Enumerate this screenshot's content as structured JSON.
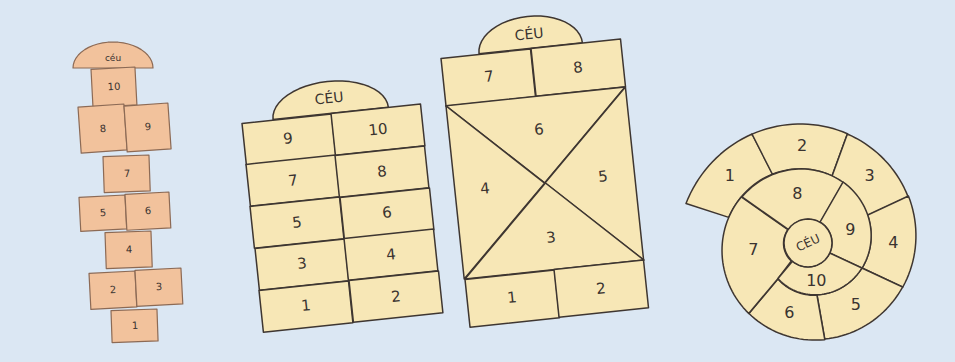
{
  "diagram": {
    "nodes": [
      {
        "text": [
          "céu"
        ]
      },
      {
        "text": [
          "10"
        ]
      },
      {
        "text": [
          "8"
        ]
      },
      {
        "text": [
          "9"
        ]
      },
      {
        "text": [
          "7"
        ]
      },
      {
        "text": [
          "5"
        ]
      },
      {
        "text": [
          "6"
        ]
      },
      {
        "text": [
          "4"
        ]
      },
      {
        "text": [
          "2"
        ]
      },
      {
        "text": [
          "3"
        ]
      },
      {
        "text": [
          "1"
        ]
      },
      {
        "text": [
          "CÉU"
        ]
      },
      {
        "text": [
          "9"
        ]
      },
      {
        "text": [
          "10"
        ]
      },
      {
        "text": [
          "7"
        ]
      },
      {
        "text": [
          "8"
        ]
      },
      {
        "text": [
          "5"
        ]
      },
      {
        "text": [
          "6"
        ]
      },
      {
        "text": [
          "3"
        ]
      },
      {
        "text": [
          "4"
        ]
      },
      {
        "text": [
          "1"
        ]
      },
      {
        "text": [
          "2"
        ]
      },
      {
        "text": [
          "CÉU"
        ]
      },
      {
        "text": [
          "7"
        ]
      },
      {
        "text": [
          "8"
        ]
      },
      {
        "text": [
          "6"
        ]
      },
      {
        "text": [
          "4"
        ]
      },
      {
        "text": [
          "5"
        ]
      },
      {
        "text": [
          "3"
        ]
      },
      {
        "text": [
          "1"
        ]
      },
      {
        "text": [
          "2"
        ]
      },
      {
        "text": [
          "1"
        ]
      },
      {
        "text": [
          "2"
        ]
      },
      {
        "text": [
          "3"
        ]
      },
      {
        "text": [
          "4"
        ]
      },
      {
        "text": [
          "5"
        ]
      },
      {
        "text": [
          "6"
        ]
      },
      {
        "text": [
          "7"
        ]
      },
      {
        "text": [
          "8"
        ]
      },
      {
        "text": [
          "9"
        ]
      },
      {
        "text": [
          "10"
        ]
      },
      {
        "text": [
          "CÉU"
        ]
      }
    ]
  }
}
